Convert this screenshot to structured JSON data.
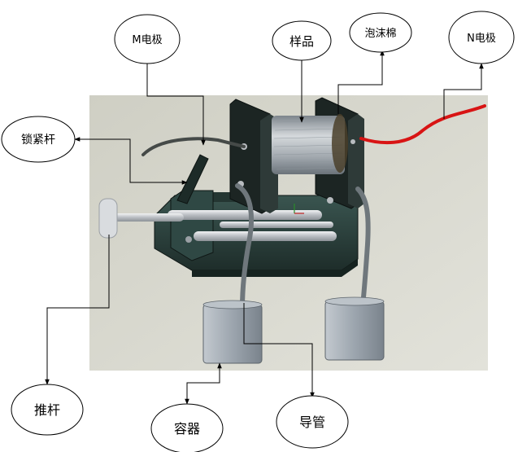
{
  "labels": {
    "m_electrode": "M电极",
    "sample": "样品",
    "foam": "泡沫棉",
    "n_electrode": "N电极",
    "lock_rod": "锁紧杆",
    "push_rod": "推杆",
    "container": "容器",
    "guide_tube": "导管"
  },
  "colors": {
    "frame": "#1e2a28",
    "base": "#2b3d39",
    "rod": "#c9ccd0",
    "wire_red": "#d81414",
    "coil": "#a9b0b6",
    "cup": "#9aa3ad",
    "background": "#d3d3ca"
  }
}
